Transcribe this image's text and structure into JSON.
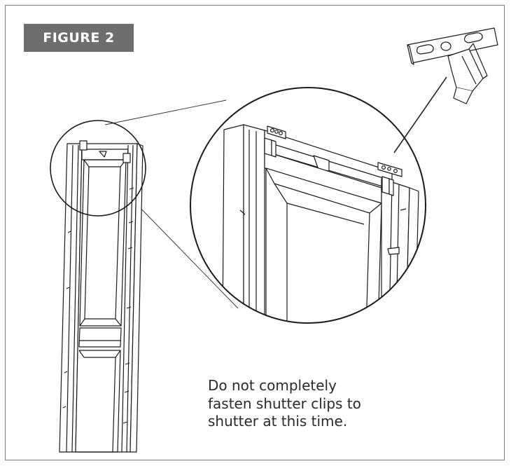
{
  "figure": {
    "label": "FIGURE 2"
  },
  "note": {
    "lines": [
      "Do not completely",
      "fasten shutter clips to",
      "shutter at this time."
    ]
  },
  "illustration": {
    "subject": "shutter with clips attached at top",
    "detail_view": "magnified circle of shutter top with two clips",
    "inset": "single shutter clip"
  }
}
